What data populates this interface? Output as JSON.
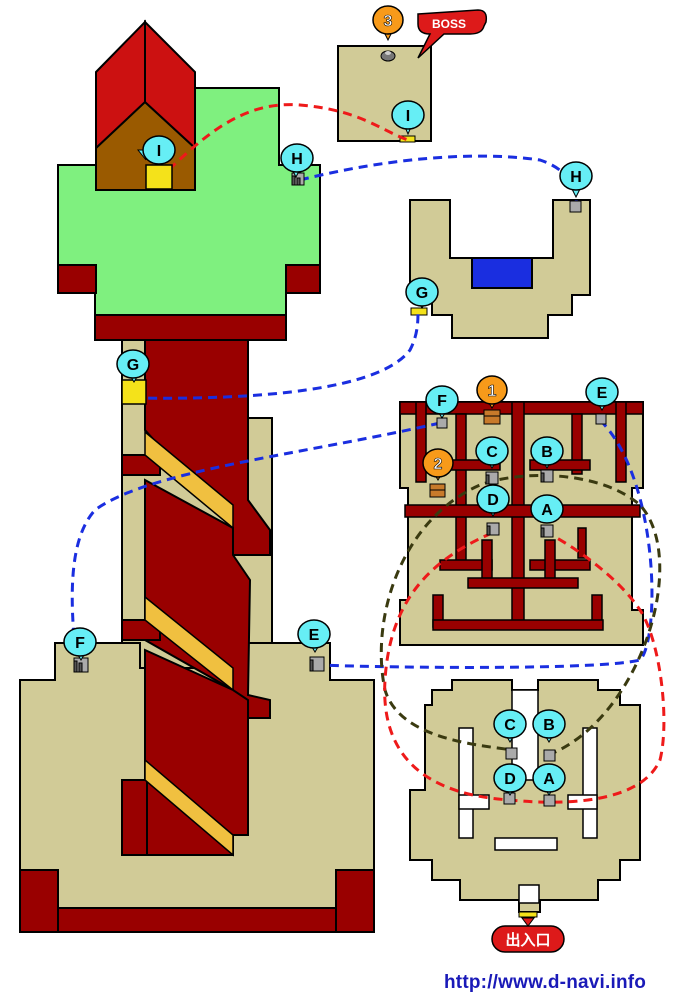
{
  "colors": {
    "floor": "#d1cb97",
    "grass": "#7ff07f",
    "wall": "#990000",
    "roof": "#cc1111",
    "house": "#9a5a00",
    "stairs": "#f0c040",
    "warp_red": "#ee1a1a",
    "warp_blue": "#1a2ee0",
    "warp_olive": "#3a3a10",
    "marker_cyan": "#66eef5",
    "marker_orange": "#f79a1a",
    "tag_red": "#dd1a1a"
  },
  "markers": {
    "a1": "A",
    "a2": "A",
    "b1": "B",
    "b2": "B",
    "c1": "C",
    "c2": "C",
    "d1": "D",
    "d2": "D",
    "e1": "E",
    "e2": "E",
    "f1": "F",
    "f2": "F",
    "g1": "G",
    "g2": "G",
    "h1": "H",
    "h2": "H",
    "i1": "I",
    "i2": "I"
  },
  "numbers": {
    "n1": "1",
    "n2": "2",
    "n3": "3"
  },
  "boss_label": "BOSS",
  "entrance_label": "出入口",
  "site_url": "http://www.d-navi.info",
  "icons": [
    "stairs-icon",
    "treasure-chest-icon",
    "boss-switch-icon",
    "warp-door-icon"
  ]
}
